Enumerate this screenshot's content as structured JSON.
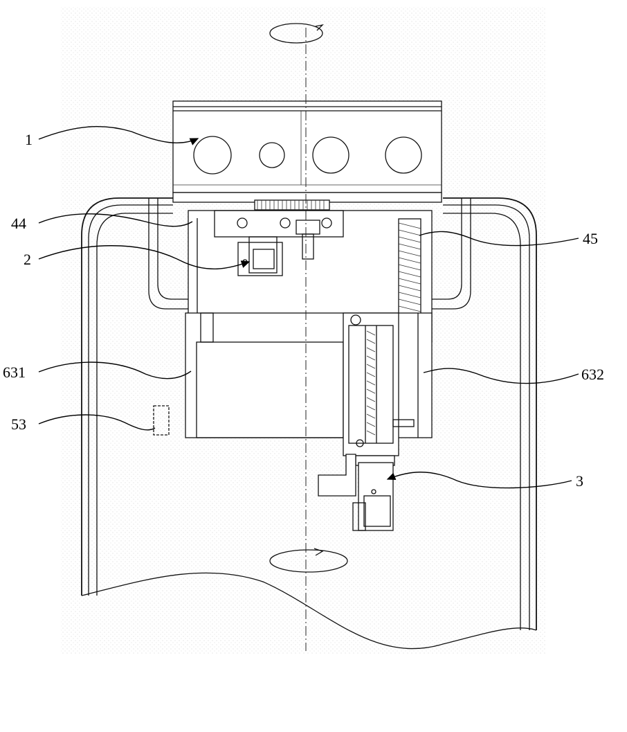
{
  "labels": {
    "l1": "1",
    "l44": "44",
    "l2": "2",
    "l45": "45",
    "l631": "631",
    "l632": "632",
    "l53": "53",
    "l3": "3"
  }
}
